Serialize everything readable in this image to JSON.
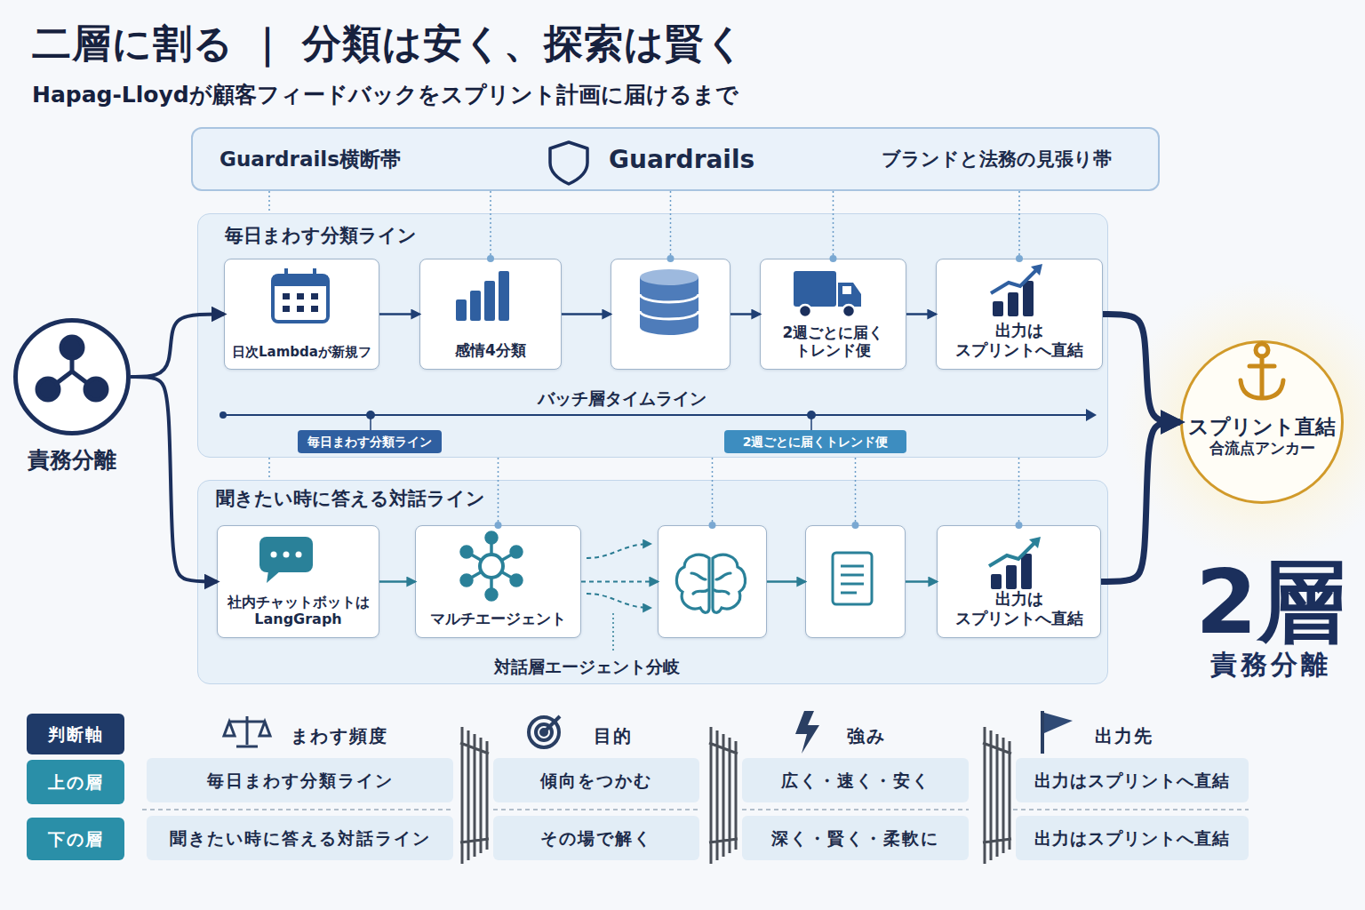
{
  "diagram": {
    "title": "二層に割る ｜ 分類は安く、探索は賢く",
    "caption": "Hapag-Lloydが顧客フィードバックをスプリント計画に届けるまで",
    "nodes": [
      {
        "text": [
          "Guardrails横断帯",
          "Guardrails",
          "ブランドと法務の見張り帯"
        ]
      },
      {
        "text": [
          "責務分離"
        ]
      },
      {
        "text": [
          "毎日まわす分類ライン"
        ]
      },
      {
        "text": [
          "日次Lambdaが新規フ"
        ],
        "in": 2
      },
      {
        "text": [
          "感情4分類"
        ],
        "in": 2
      },
      {
        "text": [],
        "in": 2
      },
      {
        "text": [
          "2週ごとに届く トレンド便"
        ],
        "in": 2
      },
      {
        "text": [
          "出力は スプリントへ直結"
        ],
        "in": 2
      },
      {
        "text": [
          "聞きたい時に答える対話ライン"
        ]
      },
      {
        "text": [
          "社内チャットボットは LangGraph"
        ],
        "in": 8
      },
      {
        "text": [
          "マルチエージェント"
        ],
        "in": 8
      },
      {
        "text": [],
        "in": 8
      },
      {
        "text": [],
        "in": 8
      },
      {
        "text": [
          "出力は スプリントへ直結"
        ],
        "in": 8
      },
      {
        "text": [
          "スプリント直結",
          "合流点アンカー"
        ]
      }
    ],
    "edges": [
      {
        "from": 1,
        "to": 3,
        "arrow": "to"
      },
      {
        "from": 1,
        "to": 9,
        "arrow": "to"
      },
      {
        "from": 3,
        "to": 4,
        "arrow": "to"
      },
      {
        "from": 4,
        "to": 5,
        "arrow": "to"
      },
      {
        "from": 5,
        "to": 6,
        "arrow": "to"
      },
      {
        "from": 6,
        "to": 7,
        "arrow": "to"
      },
      {
        "from": 9,
        "to": 10,
        "arrow": "to"
      },
      {
        "from": 10,
        "to": 11,
        "arrow": "to"
      },
      {
        "from": 11,
        "to": 12,
        "arrow": "to"
      },
      {
        "from": 12,
        "to": 13,
        "arrow": "to"
      },
      {
        "from": 7,
        "to": 14,
        "arrow": "to"
      },
      {
        "from": 13,
        "to": 14,
        "arrow": "to"
      },
      {
        "from": 0,
        "to": 2,
        "arrow": "none"
      },
      {
        "from": 0,
        "to": 4,
        "arrow": "none"
      },
      {
        "from": 0,
        "to": 5,
        "arrow": "none"
      },
      {
        "from": 0,
        "to": 6,
        "arrow": "none"
      },
      {
        "from": 0,
        "to": 7,
        "arrow": "none"
      },
      {
        "from": 2,
        "to": 8,
        "arrow": "none"
      },
      {
        "from": 2,
        "to": 10,
        "arrow": "none"
      },
      {
        "from": 2,
        "to": 11,
        "arrow": "none"
      },
      {
        "from": 2,
        "to": 12,
        "arrow": "none"
      },
      {
        "from": 2,
        "to": 13,
        "arrow": "none"
      }
    ],
    "labels": [
      "バッチ層タイムライン",
      "毎日まわす分類ライン",
      "2週ごとに届くトレンド便",
      "対話層エージェント分岐",
      "2層",
      "責務分離",
      "判断軸",
      "まわす頻度",
      "目的",
      "強み",
      "出力先",
      "上の層",
      "毎日まわす分類ライン",
      "傾向をつかむ",
      "広く・速く・安く",
      "出力はスプリントへ直結",
      "下の層",
      "聞きたい時に答える対話ライン",
      "その場で解く",
      "深く・賢く・柔軟に",
      "出力はスプリントへ直結"
    ]
  }
}
